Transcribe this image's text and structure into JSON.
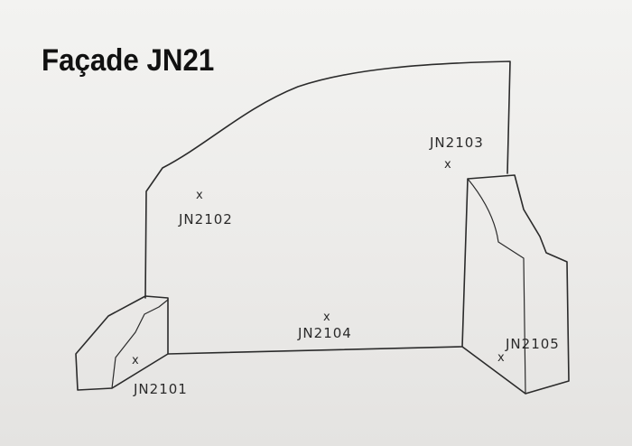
{
  "title": "Façade JN21",
  "points": [
    {
      "label": "JN2101",
      "marker": "x"
    },
    {
      "label": "JN2102",
      "marker": "x"
    },
    {
      "label": "JN2103",
      "marker": "x"
    },
    {
      "label": "JN2104",
      "marker": "x"
    },
    {
      "label": "JN2105",
      "marker": "x"
    }
  ]
}
